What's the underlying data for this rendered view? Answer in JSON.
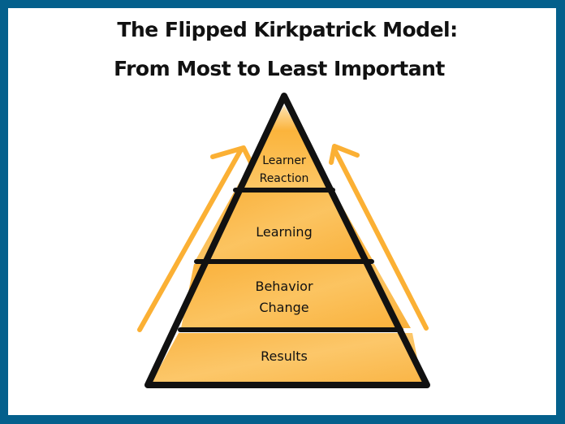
{
  "title": {
    "line1": "The Flipped Kirkpatrick Model:",
    "line2": "From Most to Least Important"
  },
  "colors": {
    "frame": "#04608c",
    "fill": "#f9a825",
    "fill_light": "#fcd48a",
    "outline": "#111111",
    "arrow": "#fbb034"
  },
  "pyramid": {
    "levels": [
      {
        "line1": "Learner",
        "line2": "Reaction"
      },
      {
        "line1": "Learning",
        "line2": ""
      },
      {
        "line1": "Behavior",
        "line2": "Change"
      },
      {
        "line1": "Results",
        "line2": ""
      }
    ],
    "order_top_to_bottom": [
      "Learner Reaction",
      "Learning",
      "Behavior Change",
      "Results"
    ]
  },
  "arrows": [
    {
      "side": "left",
      "direction": "up"
    },
    {
      "side": "right",
      "direction": "up"
    }
  ]
}
